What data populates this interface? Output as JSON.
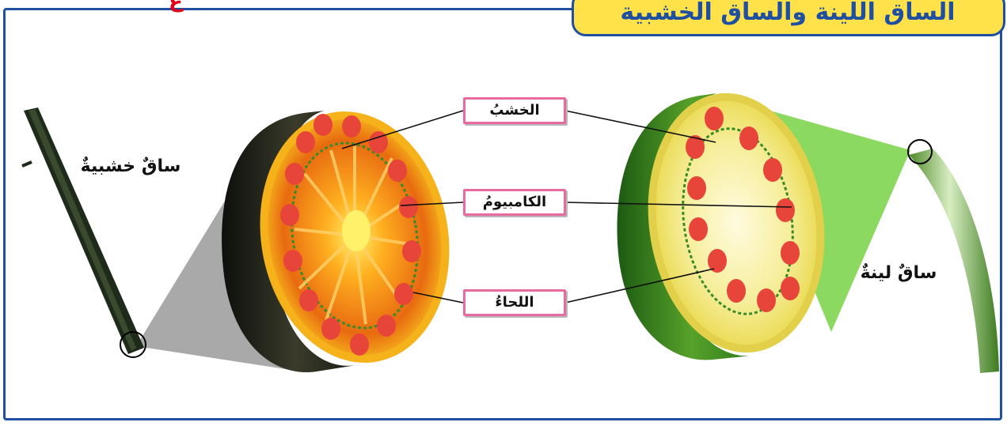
{
  "header": {
    "title": "الساق اللينة والساق الخشبية",
    "partial_red_text": "ع"
  },
  "labels": {
    "xylem": "الخشبُ",
    "cambium": "الكامبيومُ",
    "phloem": "اللحاءُ",
    "woody_stem": "ساقٌ خشبيةٌ",
    "herbaceous_stem": "ساقٌ لينةٌ"
  },
  "colors": {
    "frame_border": "#1f4fa0",
    "title_background": "#ffe24a",
    "callout_border": "#e86aa0",
    "red_text": "#e0001a",
    "woody_core": "#f08a1a",
    "herbaceous_core": "#f3e88a",
    "vascular_bundle": "#e8453a",
    "cone_woody": "#9a9a9a",
    "cone_herbaceous": "#6fcf3a"
  },
  "icons": {
    "woody_stem": "woody-twig-icon",
    "herbaceous_stem": "green-stalk-icon",
    "woody_cross_section": "woody-stem-cross-section",
    "herbaceous_cross_section": "herbaceous-stem-cross-section"
  }
}
